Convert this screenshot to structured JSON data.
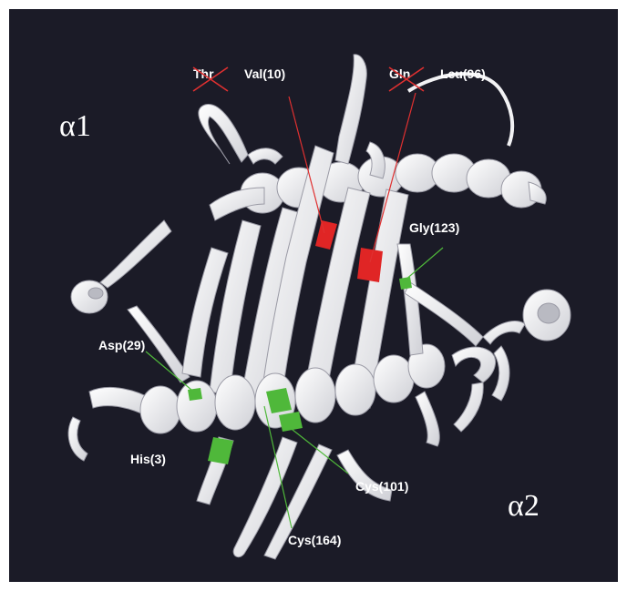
{
  "domains": {
    "alpha1": "α1",
    "alpha2": "α2"
  },
  "removed_residues": {
    "thr": "Thr",
    "gln": "Gln"
  },
  "residues": {
    "val10": "Val(10)",
    "leu96": "Leu(96)",
    "gly123": "Gly(123)",
    "asp29": "Asp(29)",
    "his3": "His(3)",
    "cys101": "Cys(101)",
    "cys164": "Cys(164)"
  },
  "colors": {
    "background": "#1b1b27",
    "ribbon": "#f2f2f4",
    "mutation_red": "#e02525",
    "site_green": "#4fb83a",
    "strike_red": "#e03030"
  }
}
